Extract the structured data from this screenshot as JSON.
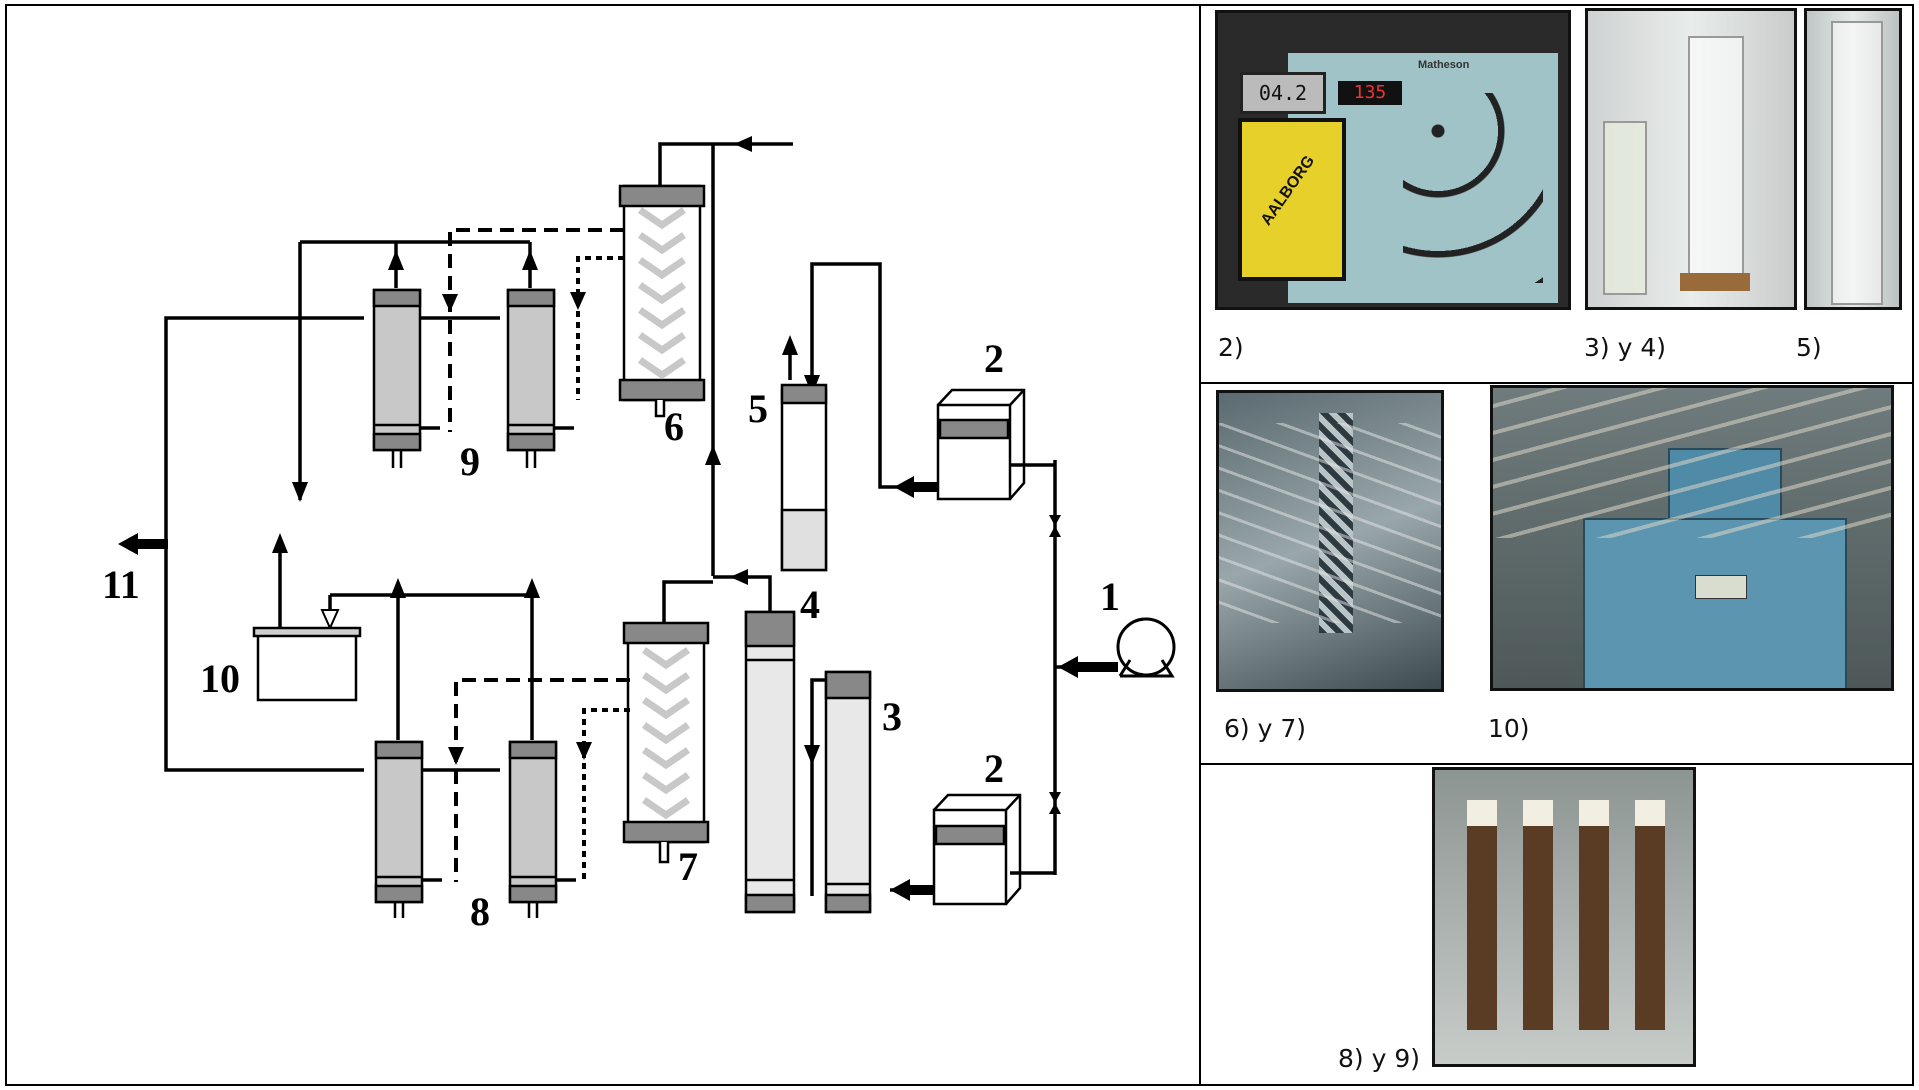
{
  "diagram": {
    "labels": {
      "n1": "1",
      "n2a": "2",
      "n2b": "2",
      "n3": "3",
      "n4": "4",
      "n5": "5",
      "n6": "6",
      "n7": "7",
      "n8": "8",
      "n9": "9",
      "n10": "10",
      "n11": "11"
    }
  },
  "photos": {
    "p2": {
      "caption": "2)",
      "brand": "Matheson",
      "meter_left": "04.2",
      "meter_right": "135",
      "box_label": "AALBORG"
    },
    "p34": {
      "caption": "3) y 4)"
    },
    "p5": {
      "caption": "5)"
    },
    "p67": {
      "caption": "6) y 7)"
    },
    "p10": {
      "caption": "10)"
    },
    "p89": {
      "caption": "8) y 9)"
    }
  },
  "colors": {
    "column_fill": "#c8c8c8",
    "column_cap": "#808080",
    "tank_fill": "#e8e8e8",
    "panel_blue": "#9fc3c6",
    "box_yellow": "#e8d02a"
  }
}
